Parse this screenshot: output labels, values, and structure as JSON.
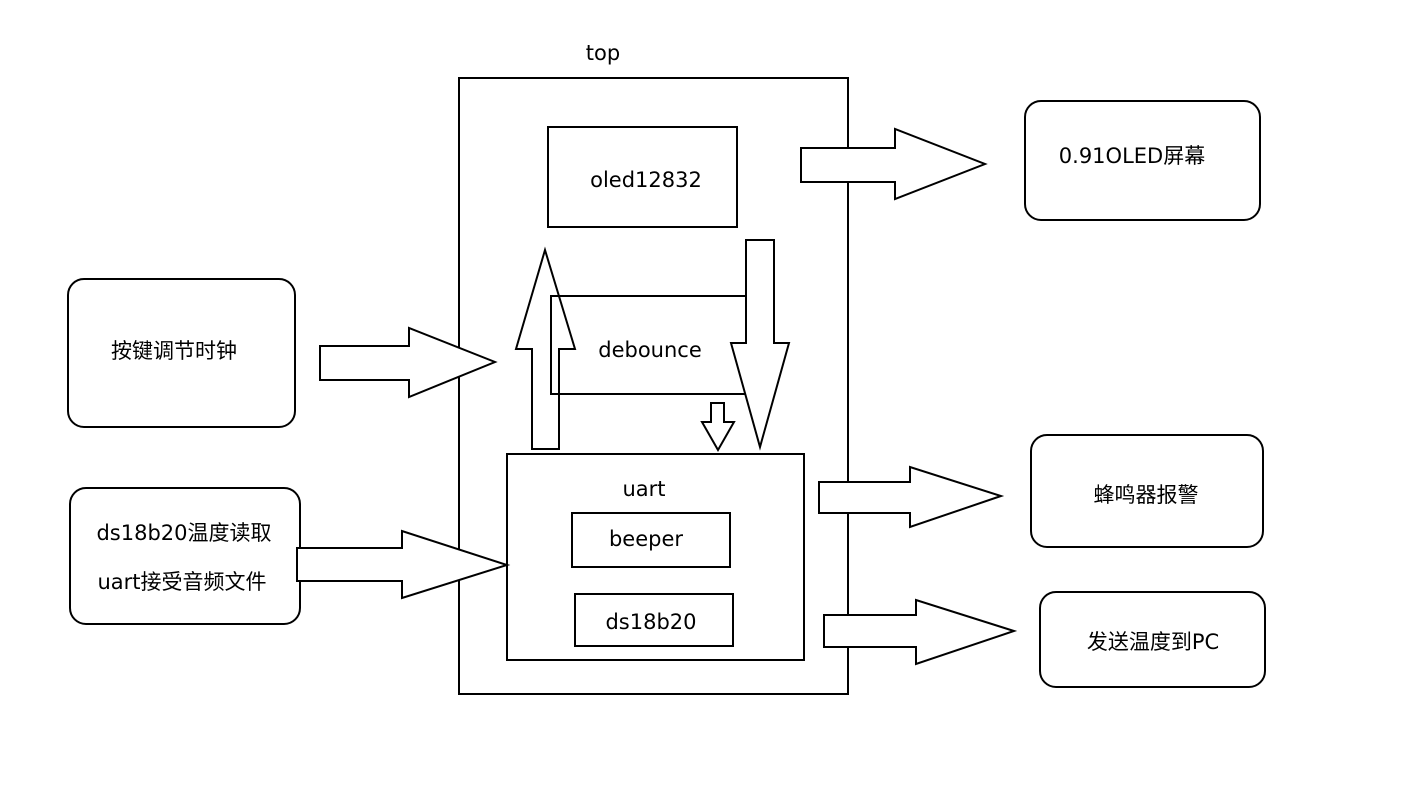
{
  "top_module": {
    "label": "top"
  },
  "modules": {
    "oled": {
      "label": "oled12832"
    },
    "debounce": {
      "label": "debounce"
    },
    "uart": {
      "label": "uart"
    },
    "beeper": {
      "label": "beeper"
    },
    "ds18b20": {
      "label": "ds18b20"
    }
  },
  "external": {
    "keys": {
      "label": "按键调节时钟"
    },
    "ds18b20_input": {
      "line1": "ds18b20温度读取",
      "line2": "uart接受音频文件"
    },
    "oled_screen": {
      "label": "0.91OLED屏幕"
    },
    "buzzer": {
      "label": "蜂鸣器报警"
    },
    "send_pc": {
      "label": "发送温度到PC"
    }
  }
}
